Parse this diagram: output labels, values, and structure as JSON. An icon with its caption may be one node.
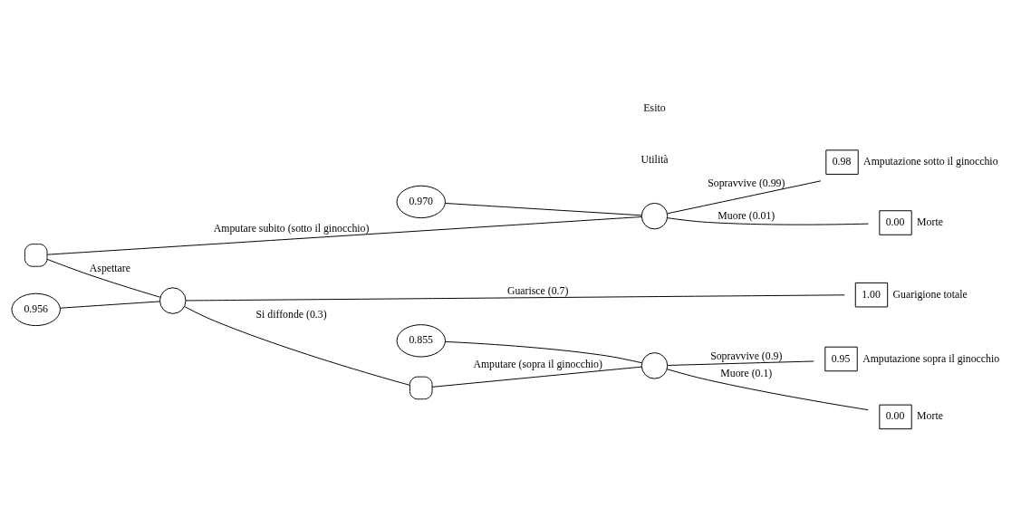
{
  "diagram": {
    "nodes": [
      {
        "text": [],
        "shape": "box"
      },
      {
        "text": [
          "0.970"
        ]
      },
      {
        "text": [],
        "shape": "circle"
      },
      {
        "text": [
          "0.98"
        ],
        "beside": [
          "Amputazione sotto il ginocchio"
        ]
      },
      {
        "text": [
          "0.00"
        ],
        "beside": [
          "Morte"
        ]
      },
      {
        "text": [
          "0.956"
        ]
      },
      {
        "text": [],
        "shape": "circle"
      },
      {
        "text": [
          "1.00"
        ],
        "beside": [
          "Guarigione totale"
        ]
      },
      {
        "text": [],
        "shape": "box"
      },
      {
        "text": [
          "0.855"
        ]
      },
      {
        "text": [],
        "shape": "circle"
      },
      {
        "text": [
          "0.95"
        ],
        "beside": [
          "Amputazione sopra il ginocchio"
        ]
      },
      {
        "text": [
          "0.00"
        ],
        "beside": [
          "Morte"
        ]
      }
    ],
    "edges": [
      {
        "from": 0,
        "to": 2,
        "arrow": "none",
        "label": "Amputare subito (sotto il ginocchio)"
      },
      {
        "from": 0,
        "to": 6,
        "arrow": "none",
        "label": "Aspettare"
      },
      {
        "from": 1,
        "to": 2,
        "arrow": "none"
      },
      {
        "from": 2,
        "to": 3,
        "arrow": "none",
        "label": "Sopravvive (0.99)"
      },
      {
        "from": 2,
        "to": 4,
        "arrow": "none",
        "label": "Muore (0.01)"
      },
      {
        "from": 5,
        "to": 6,
        "arrow": "none"
      },
      {
        "from": 6,
        "to": 7,
        "arrow": "none",
        "label": "Guarisce (0.7)"
      },
      {
        "from": 6,
        "to": 8,
        "arrow": "none",
        "label": "Si diffonde (0.3)"
      },
      {
        "from": 8,
        "to": 10,
        "arrow": "none",
        "label": "Amputare (sopra il ginocchio)"
      },
      {
        "from": 9,
        "to": 10,
        "arrow": "none"
      },
      {
        "from": 10,
        "to": 11,
        "arrow": "none",
        "label": "Sopravvive (0.9)"
      },
      {
        "from": 10,
        "to": 12,
        "arrow": "none",
        "label": "Muore (0.1)"
      }
    ],
    "labels": [
      "Utilità",
      "Esito"
    ]
  }
}
